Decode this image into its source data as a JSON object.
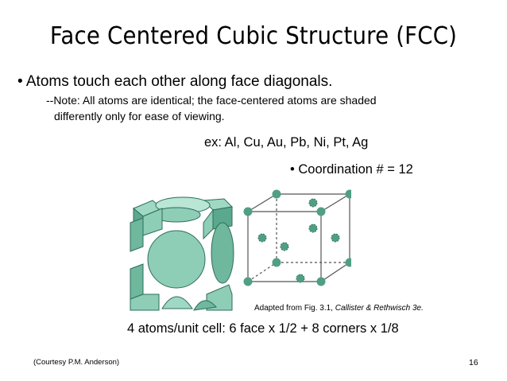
{
  "slide": {
    "title": "Face Centered Cubic Structure (FCC)",
    "bullet_main": "• Atoms touch each other along face diagonals.",
    "note_line1": "--Note:  All atoms are identical; the face-centered atoms are shaded",
    "note_line2": "differently only for ease of viewing.",
    "examples": "ex: Al, Cu, Au, Pb, Ni, Pt, Ag",
    "coordination": "•  Coordination # = 12",
    "adapted_prefix": "Adapted from Fig. 3.1, ",
    "adapted_source": "Callister & Rethwisch 3e.",
    "atoms_per_cell": "4 atoms/unit cell: 6 face x 1/2 + 8 corners x 1/8",
    "courtesy": "(Courtesy P.M. Anderson)",
    "page_number": "16"
  },
  "colors": {
    "atom_fill": "#8ecdb6",
    "atom_dark": "#3e8a73",
    "cell_line": "#555555",
    "corner_atom": "#4f9f84"
  }
}
